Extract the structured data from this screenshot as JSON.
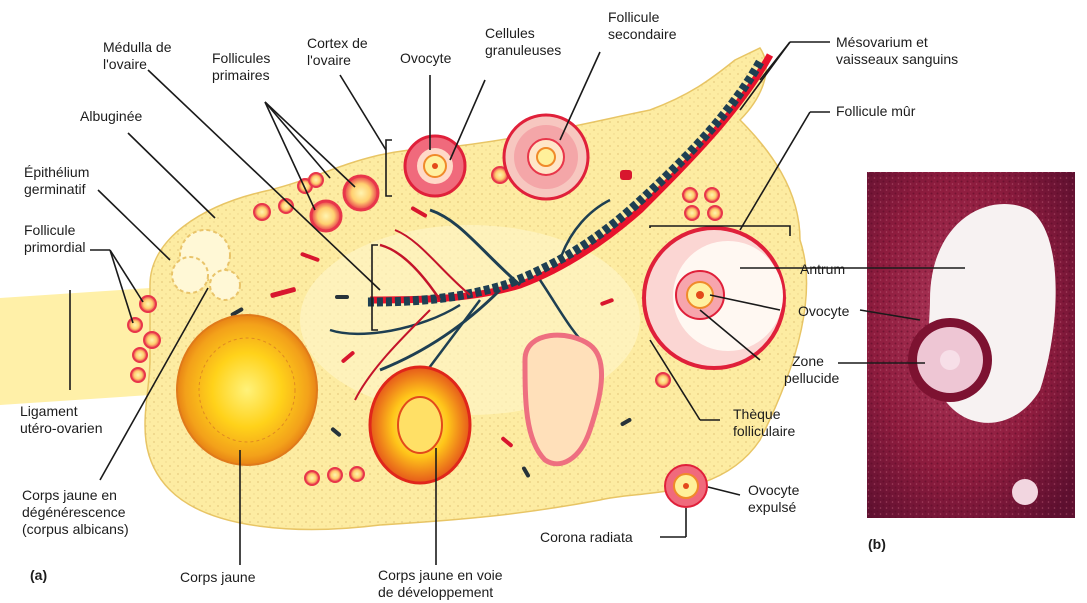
{
  "panels": {
    "a": "(a)",
    "b": "(b)"
  },
  "labels": {
    "medulla": [
      "Médulla de",
      "l'ovaire"
    ],
    "follicules_primaires": [
      "Follicules",
      "primaires"
    ],
    "cortex": [
      "Cortex de",
      "l'ovaire"
    ],
    "ovocyte_top": [
      "Ovocyte"
    ],
    "cellules_granuleuses": [
      "Cellules",
      "granuleuses"
    ],
    "follicule_secondaire": [
      "Follicule",
      "secondaire"
    ],
    "mesovarium": [
      "Mésovarium et",
      "vaisseaux sanguins"
    ],
    "follicule_mur": [
      "Follicule mûr"
    ],
    "albuginee": [
      "Albuginée"
    ],
    "epithelium": [
      "Épithélium",
      "germinatif"
    ],
    "follicule_primordial": [
      "Follicule",
      "primordial"
    ],
    "ligament": [
      "Ligament",
      "utéro-ovarien"
    ],
    "corps_jaune_degenerescence": [
      "Corps jaune en",
      "dégénérescence",
      "(corpus albicans)"
    ],
    "corps_jaune": [
      "Corps jaune"
    ],
    "corps_jaune_developpement": [
      "Corps jaune en voie",
      "de développement"
    ],
    "corona_radiata": [
      "Corona radiata"
    ],
    "ovocyte_expulse": [
      "Ovocyte",
      "expulsé"
    ],
    "theque": [
      "Thèque",
      "folliculaire"
    ],
    "antrum": [
      "Antrum"
    ],
    "ovocyte_mur": [
      "Ovocyte"
    ],
    "zone_pellucide": [
      "Zone",
      "pellucide"
    ]
  }
}
